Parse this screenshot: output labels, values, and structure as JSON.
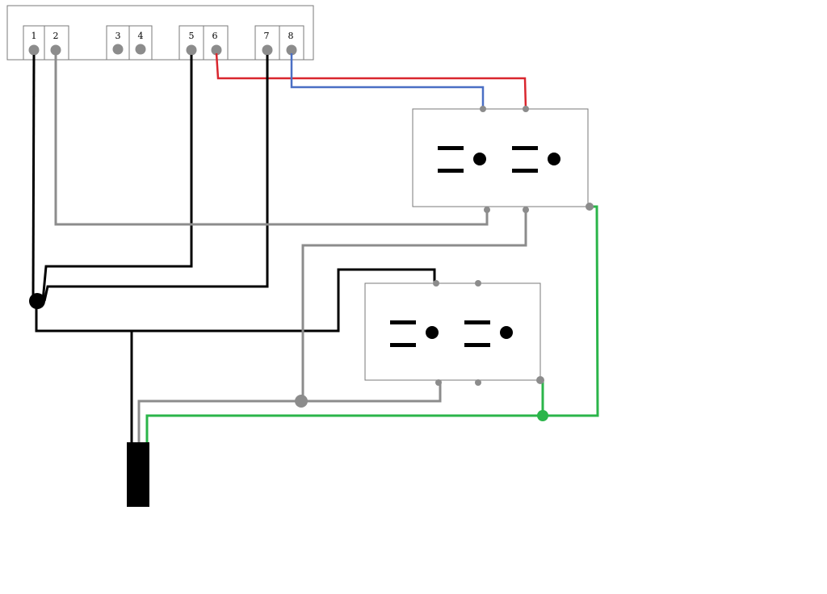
{
  "terminal_block": {
    "terminals": [
      {
        "label": "1"
      },
      {
        "label": "2"
      },
      {
        "label": "3"
      },
      {
        "label": "4"
      },
      {
        "label": "5"
      },
      {
        "label": "6"
      },
      {
        "label": "7"
      },
      {
        "label": "8"
      }
    ]
  },
  "wire_colors": {
    "black": "#000000",
    "gray": "#8c8c8c",
    "red": "#d9262e",
    "blue": "#4a6fc4",
    "green": "#2bb54a"
  },
  "receptacles": [
    {
      "name": "upper-duplex-receptacle"
    },
    {
      "name": "lower-duplex-receptacle"
    }
  ]
}
